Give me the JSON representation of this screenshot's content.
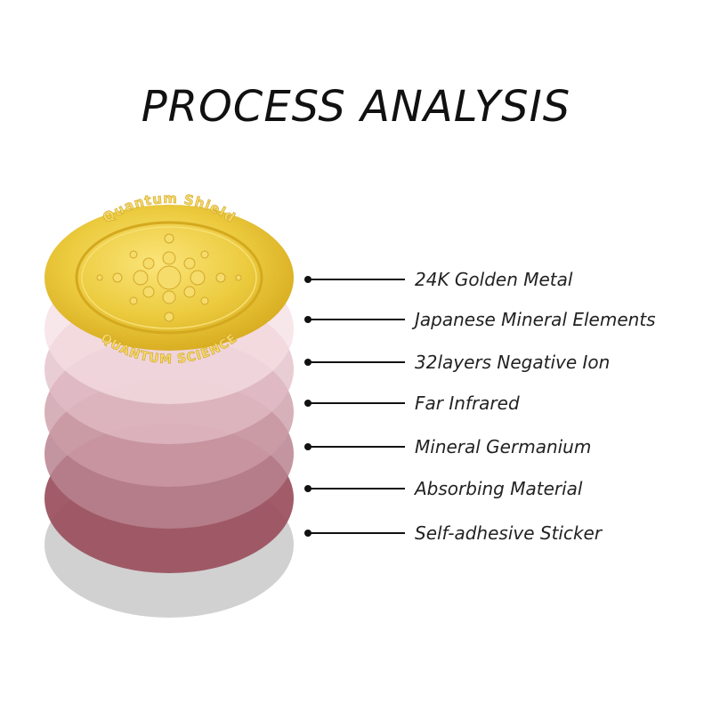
{
  "title": "PROCESS ANALYSIS",
  "coin": {
    "top_text": "Quantum Shield",
    "bottom_text": "QUANTUM SCIENCE",
    "color": "#e8c43a"
  },
  "layers": [
    {
      "label": "24K Golden Metal",
      "color": "#e8c43a"
    },
    {
      "label": "Japanese Mineral Elements",
      "color": "#f4dde3"
    },
    {
      "label": "32layers Negative Ion",
      "color": "#e2bcc6"
    },
    {
      "label": "Far Infrared",
      "color": "#cc9ba7"
    },
    {
      "label": "Mineral Germanium",
      "color": "#b8838f"
    },
    {
      "label": "Absorbing Material",
      "color": "#9a4e5c"
    },
    {
      "label": "Self-adhesive Sticker",
      "color": "#c9c9c9"
    }
  ]
}
